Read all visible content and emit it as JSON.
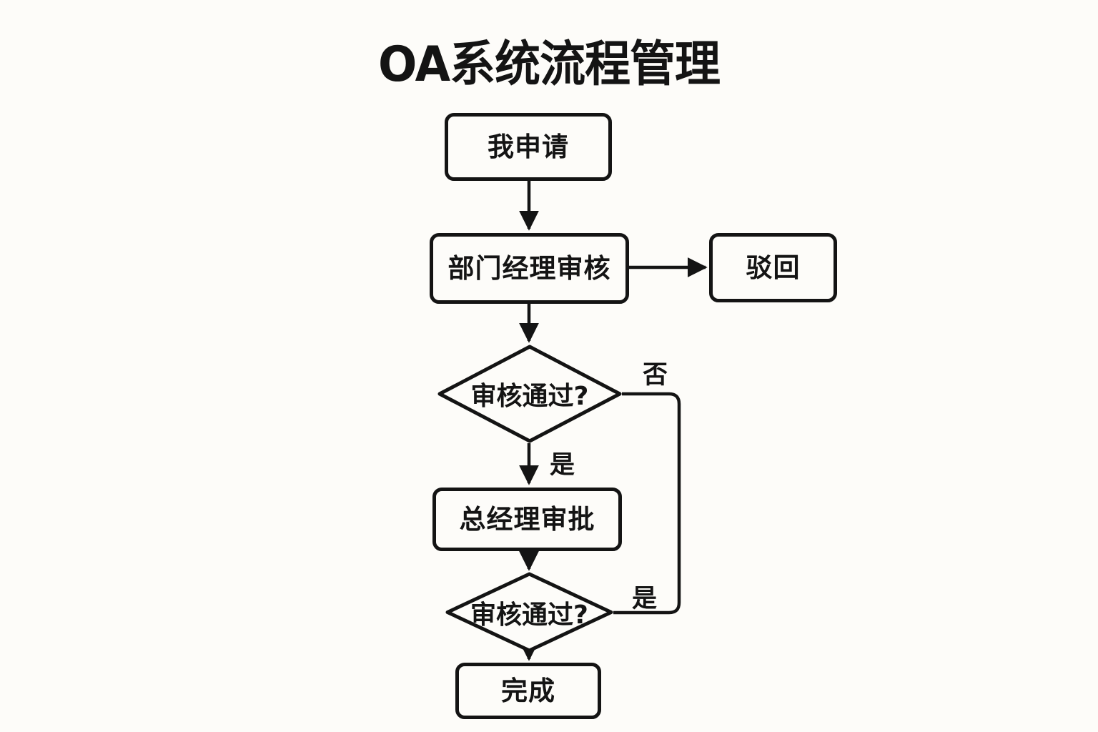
{
  "diagram": {
    "title": "OA系统流程管理",
    "background_color": "#fdfcf9",
    "stroke_color": "#141414",
    "node_fill": "#fdfcf9",
    "nodes": [
      {
        "id": "apply",
        "shape": "rounded-rect",
        "label": "我申请"
      },
      {
        "id": "dept_review",
        "shape": "rounded-rect",
        "label": "部门经理审核"
      },
      {
        "id": "reject",
        "shape": "rounded-rect",
        "label": "驳回"
      },
      {
        "id": "decision_1",
        "shape": "diamond",
        "label": "审核通过?"
      },
      {
        "id": "gm_approve",
        "shape": "rounded-rect",
        "label": "总经理审批"
      },
      {
        "id": "decision_2",
        "shape": "diamond",
        "label": "审核通过?"
      },
      {
        "id": "finish",
        "shape": "rounded-rect",
        "label": "完成"
      }
    ],
    "edges": [
      {
        "from": "apply",
        "to": "dept_review",
        "label": "",
        "arrow": true
      },
      {
        "from": "dept_review",
        "to": "reject",
        "label": "",
        "arrow": true
      },
      {
        "from": "dept_review",
        "to": "decision_1",
        "label": "",
        "arrow": true
      },
      {
        "from": "decision_1",
        "to": "decision_2",
        "label": "否",
        "arrow": false
      },
      {
        "from": "decision_1",
        "to": "gm_approve",
        "label": "是",
        "arrow": true
      },
      {
        "from": "gm_approve",
        "to": "decision_2",
        "label": "",
        "arrow": true
      },
      {
        "from": "decision_2",
        "to": "finish",
        "label": "是",
        "arrow": true
      }
    ],
    "edge_labels": {
      "no_1": "否",
      "yes_1": "是",
      "yes_2": "是"
    }
  }
}
